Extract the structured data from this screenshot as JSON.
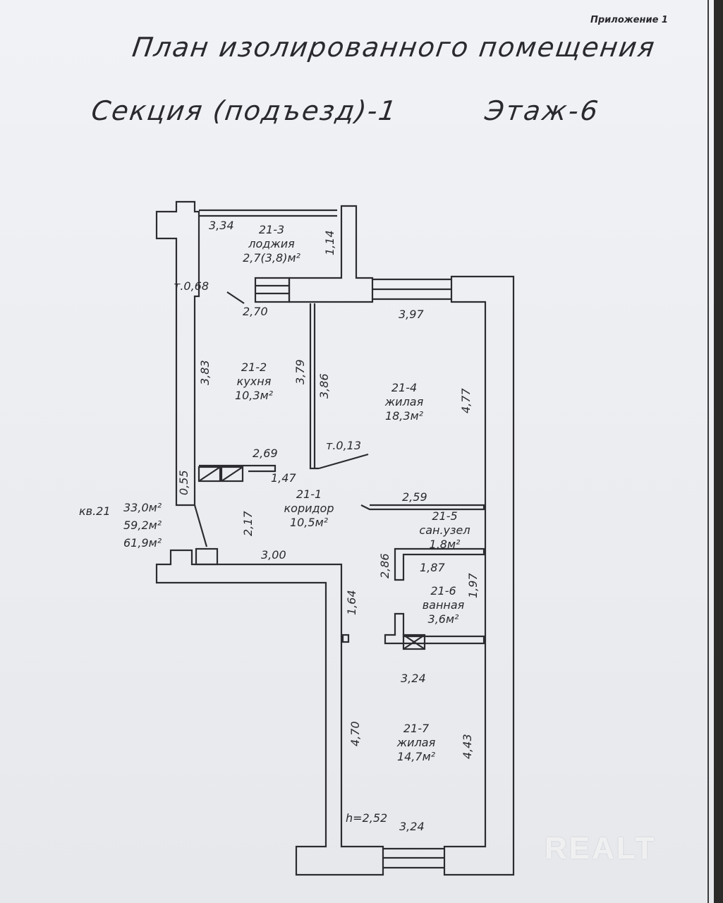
{
  "appendix": "Приложение 1",
  "title": "План изолированного помещения",
  "section": "Секция (подъезд)-1",
  "floor": "Этаж-6",
  "rooms": [
    {
      "id": "21-3",
      "name": "лоджия",
      "area": "2,7(3,8)м²"
    },
    {
      "id": "21-2",
      "name": "кухня",
      "area": "10,3м²"
    },
    {
      "id": "21-4",
      "name": "жилая",
      "area": "18,3м²"
    },
    {
      "id": "21-1",
      "name": "коридор",
      "area": "10,5м²"
    },
    {
      "id": "21-5",
      "name": "сан.узел",
      "area": "1,8м²"
    },
    {
      "id": "21-6",
      "name": "ванная",
      "area": "3,6м²"
    },
    {
      "id": "21-7",
      "name": "жилая",
      "area": "14,7м²"
    }
  ],
  "apartment": {
    "number": "кв.21",
    "area_living": "33,0м²",
    "area_total": "59,2м²",
    "area_full": "61,9м²"
  },
  "dimensions": {
    "d334": "3,34",
    "d114": "1,14",
    "d068": "т.0,68",
    "d270": "2,70",
    "d397": "3,97",
    "d383": "3,83",
    "d379": "3,79",
    "d386": "3,86",
    "d477": "4,77",
    "d013": "т.0,13",
    "d269": "2,69",
    "d147": "1,47",
    "d055": "0,55",
    "d217": "2,17",
    "d259": "2,59",
    "d286": "2,86",
    "d187": "1,87",
    "d197": "1,97",
    "d300": "3,00",
    "d164": "1,64",
    "d324a": "3,24",
    "d470": "4,70",
    "d443": "4,43",
    "d252": "h=2,52",
    "d324b": "3,24"
  },
  "watermark": "REALT"
}
